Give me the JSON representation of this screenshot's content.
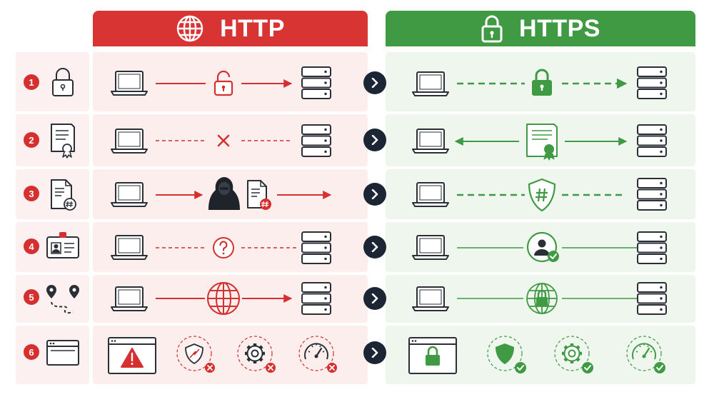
{
  "headers": {
    "http": {
      "label": "HTTP",
      "icon": "globe-icon",
      "color": "#d93434"
    },
    "https": {
      "label": "HTTPS",
      "icon": "padlock-icon",
      "color": "#3f9a43"
    }
  },
  "rows": [
    {
      "number": "1",
      "topic_icon": "padlock-icon",
      "http_icons": [
        "laptop-icon",
        "open-padlock-icon",
        "server-icon"
      ],
      "https_icons": [
        "laptop-icon",
        "closed-padlock-icon",
        "server-icon"
      ]
    },
    {
      "number": "2",
      "topic_icon": "certificate-icon",
      "http_icons": [
        "laptop-icon",
        "x-mark-icon",
        "server-icon"
      ],
      "https_icons": [
        "laptop-icon",
        "certificate-icon",
        "server-icon"
      ]
    },
    {
      "number": "3",
      "topic_icon": "hashed-document-icon",
      "http_icons": [
        "laptop-icon",
        "hooded-hacker-icon",
        "hashed-document-icon"
      ],
      "https_icons": [
        "laptop-icon",
        "hash-shield-icon",
        "server-icon"
      ]
    },
    {
      "number": "4",
      "topic_icon": "id-card-icon",
      "http_icons": [
        "laptop-icon",
        "question-mark-icon",
        "server-icon"
      ],
      "https_icons": [
        "laptop-icon",
        "verified-user-icon",
        "server-icon"
      ]
    },
    {
      "number": "5",
      "topic_icon": "route-pins-icon",
      "http_icons": [
        "laptop-icon",
        "globe-icon",
        "server-icon"
      ],
      "https_icons": [
        "laptop-icon",
        "secure-globe-icon",
        "server-icon"
      ]
    },
    {
      "number": "6",
      "topic_icon": "browser-window-icon",
      "http_icons": [
        "browser-warning-icon",
        "broken-shield-icon",
        "gear-fail-icon",
        "speedometer-fail-icon"
      ],
      "https_icons": [
        "browser-lock-icon",
        "shield-check-icon",
        "gear-check-icon",
        "speedometer-check-icon"
      ]
    }
  ],
  "colors": {
    "red": "#d62f2f",
    "green": "#3f9a43",
    "dark": "#2a2f36",
    "chevron": "#1c2533"
  }
}
